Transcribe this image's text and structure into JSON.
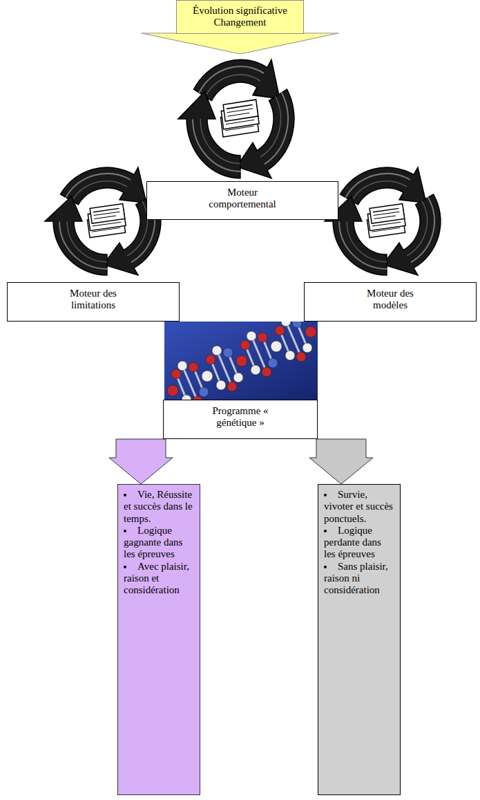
{
  "diagram": {
    "nodes": [
      {
        "text": [
          "Évolution significative Changement"
        ]
      },
      {
        "text": [
          "Moteur comportemental"
        ]
      },
      {
        "text": [
          "Moteur des limitations"
        ]
      },
      {
        "text": [
          "Moteur des modèles"
        ]
      },
      {
        "text": [
          "Programme « génétique »"
        ]
      },
      {
        "text": [
          "Vie, Réussite et succès dans le temps.",
          "Logique gagnante dans les épreuves",
          "Avec plaisir, raison et considération"
        ]
      },
      {
        "text": [
          "Survie, vivoter et succès ponctuels.",
          "Logique perdante dans les épreuves",
          "Sans plaisir, raison ni considération"
        ]
      }
    ],
    "edges": [
      {
        "from": 4,
        "to": 5,
        "arrow": "to"
      },
      {
        "from": 4,
        "to": 6,
        "arrow": "to"
      }
    ]
  }
}
